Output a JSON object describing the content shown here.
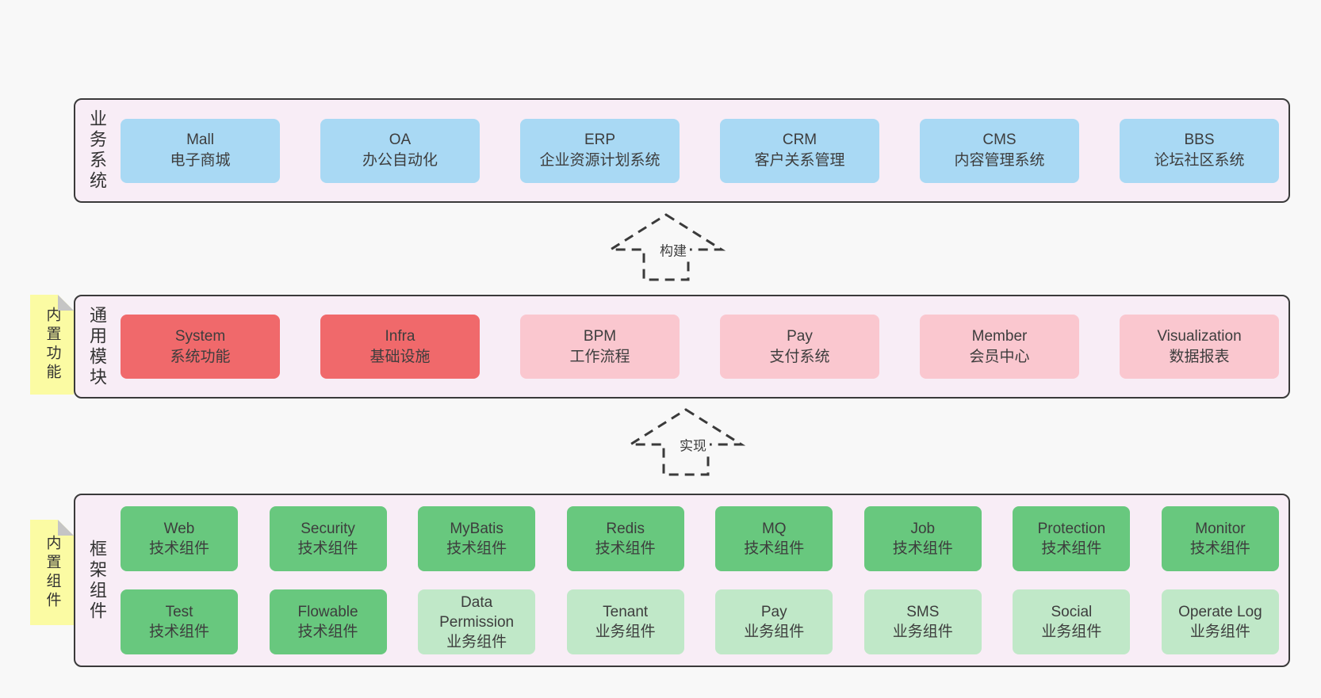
{
  "colors": {
    "page_background": "#f8f8f8",
    "container_background": "#f8edf6",
    "container_border": "#3a3a3a",
    "blue_box": "#a9d9f4",
    "red_box": "#f0696b",
    "pink_box": "#fac7cf",
    "green_box": "#68c87e",
    "light_green_box": "#c0e8c8",
    "sticky_yellow": "#fbfba3",
    "sticky_fold_gray": "#c5c5c5",
    "text": "#3d3d3d"
  },
  "layer1": {
    "label": "业务系统",
    "boxes": [
      {
        "title": "Mall",
        "subtitle": "电子商城",
        "variant": "blue"
      },
      {
        "title": "OA",
        "subtitle": "办公自动化",
        "variant": "blue"
      },
      {
        "title": "ERP",
        "subtitle": "企业资源计划系统",
        "variant": "blue"
      },
      {
        "title": "CRM",
        "subtitle": "客户关系管理",
        "variant": "blue"
      },
      {
        "title": "CMS",
        "subtitle": "内容管理系统",
        "variant": "blue"
      },
      {
        "title": "BBS",
        "subtitle": "论坛社区系统",
        "variant": "blue"
      }
    ]
  },
  "arrow1": {
    "label": "构建"
  },
  "layer2": {
    "sticky": "内置功能",
    "label": "通用模块",
    "boxes": [
      {
        "title": "System",
        "subtitle": "系统功能",
        "variant": "red"
      },
      {
        "title": "Infra",
        "subtitle": "基础设施",
        "variant": "red"
      },
      {
        "title": "BPM",
        "subtitle": "工作流程",
        "variant": "pink"
      },
      {
        "title": "Pay",
        "subtitle": "支付系统",
        "variant": "pink"
      },
      {
        "title": "Member",
        "subtitle": "会员中心",
        "variant": "pink"
      },
      {
        "title": "Visualization",
        "subtitle": "数据报表",
        "variant": "pink"
      }
    ]
  },
  "arrow2": {
    "label": "实现"
  },
  "layer3": {
    "sticky": "内置组件",
    "label": "框架组件",
    "row1": [
      {
        "title": "Web",
        "subtitle": "技术组件",
        "variant": "green"
      },
      {
        "title": "Security",
        "subtitle": "技术组件",
        "variant": "green"
      },
      {
        "title": "MyBatis",
        "subtitle": "技术组件",
        "variant": "green"
      },
      {
        "title": "Redis",
        "subtitle": "技术组件",
        "variant": "green"
      },
      {
        "title": "MQ",
        "subtitle": "技术组件",
        "variant": "green"
      },
      {
        "title": "Job",
        "subtitle": "技术组件",
        "variant": "green"
      },
      {
        "title": "Protection",
        "subtitle": "技术组件",
        "variant": "green"
      },
      {
        "title": "Monitor",
        "subtitle": "技术组件",
        "variant": "green"
      }
    ],
    "row2": [
      {
        "title": "Test",
        "subtitle": "技术组件",
        "variant": "green"
      },
      {
        "title": "Flowable",
        "subtitle": "技术组件",
        "variant": "green"
      },
      {
        "title": "Data Permission",
        "subtitle": "业务组件",
        "variant": "lightgreen"
      },
      {
        "title": "Tenant",
        "subtitle": "业务组件",
        "variant": "lightgreen"
      },
      {
        "title": "Pay",
        "subtitle": "业务组件",
        "variant": "lightgreen"
      },
      {
        "title": "SMS",
        "subtitle": "业务组件",
        "variant": "lightgreen"
      },
      {
        "title": "Social",
        "subtitle": "业务组件",
        "variant": "lightgreen"
      },
      {
        "title": "Operate Log",
        "subtitle": "业务组件",
        "variant": "lightgreen"
      }
    ]
  }
}
